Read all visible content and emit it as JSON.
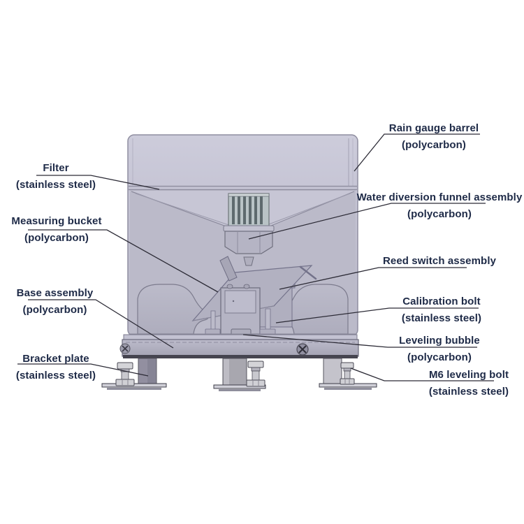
{
  "diagram": {
    "kind": "labeled-technical-illustration",
    "colors": {
      "label_text": "#1e2a47",
      "leader_line": "#2c2b36",
      "body_fill": "#c5c4d4",
      "body_edge": "#8b8a9c",
      "base_dark_edge": "#45444f"
    }
  },
  "labels": {
    "rain_gauge_barrel": {
      "name": "Rain gauge barrel",
      "material": "(polycarbon)"
    },
    "filter": {
      "name": "Filter",
      "material": "(stainless steel)"
    },
    "measuring_bucket": {
      "name": "Measuring bucket",
      "material": "(polycarbon)"
    },
    "water_diversion_funnel": {
      "name": "Water diversion funnel assembly",
      "material": "(polycarbon)"
    },
    "reed_switch": {
      "name": "Reed switch assembly",
      "material": ""
    },
    "calibration_bolt": {
      "name": "Calibration bolt",
      "material": "(stainless steel)"
    },
    "leveling_bubble": {
      "name": "Leveling bubble",
      "material": "(polycarbon)"
    },
    "base_assembly": {
      "name": "Base assembly",
      "material": "(polycarbon)"
    },
    "bracket_plate": {
      "name": "Bracket plate",
      "material": "(stainless steel)"
    },
    "m6_leveling_bolt": {
      "name": "M6 leveling bolt",
      "material": "(stainless steel)"
    }
  }
}
